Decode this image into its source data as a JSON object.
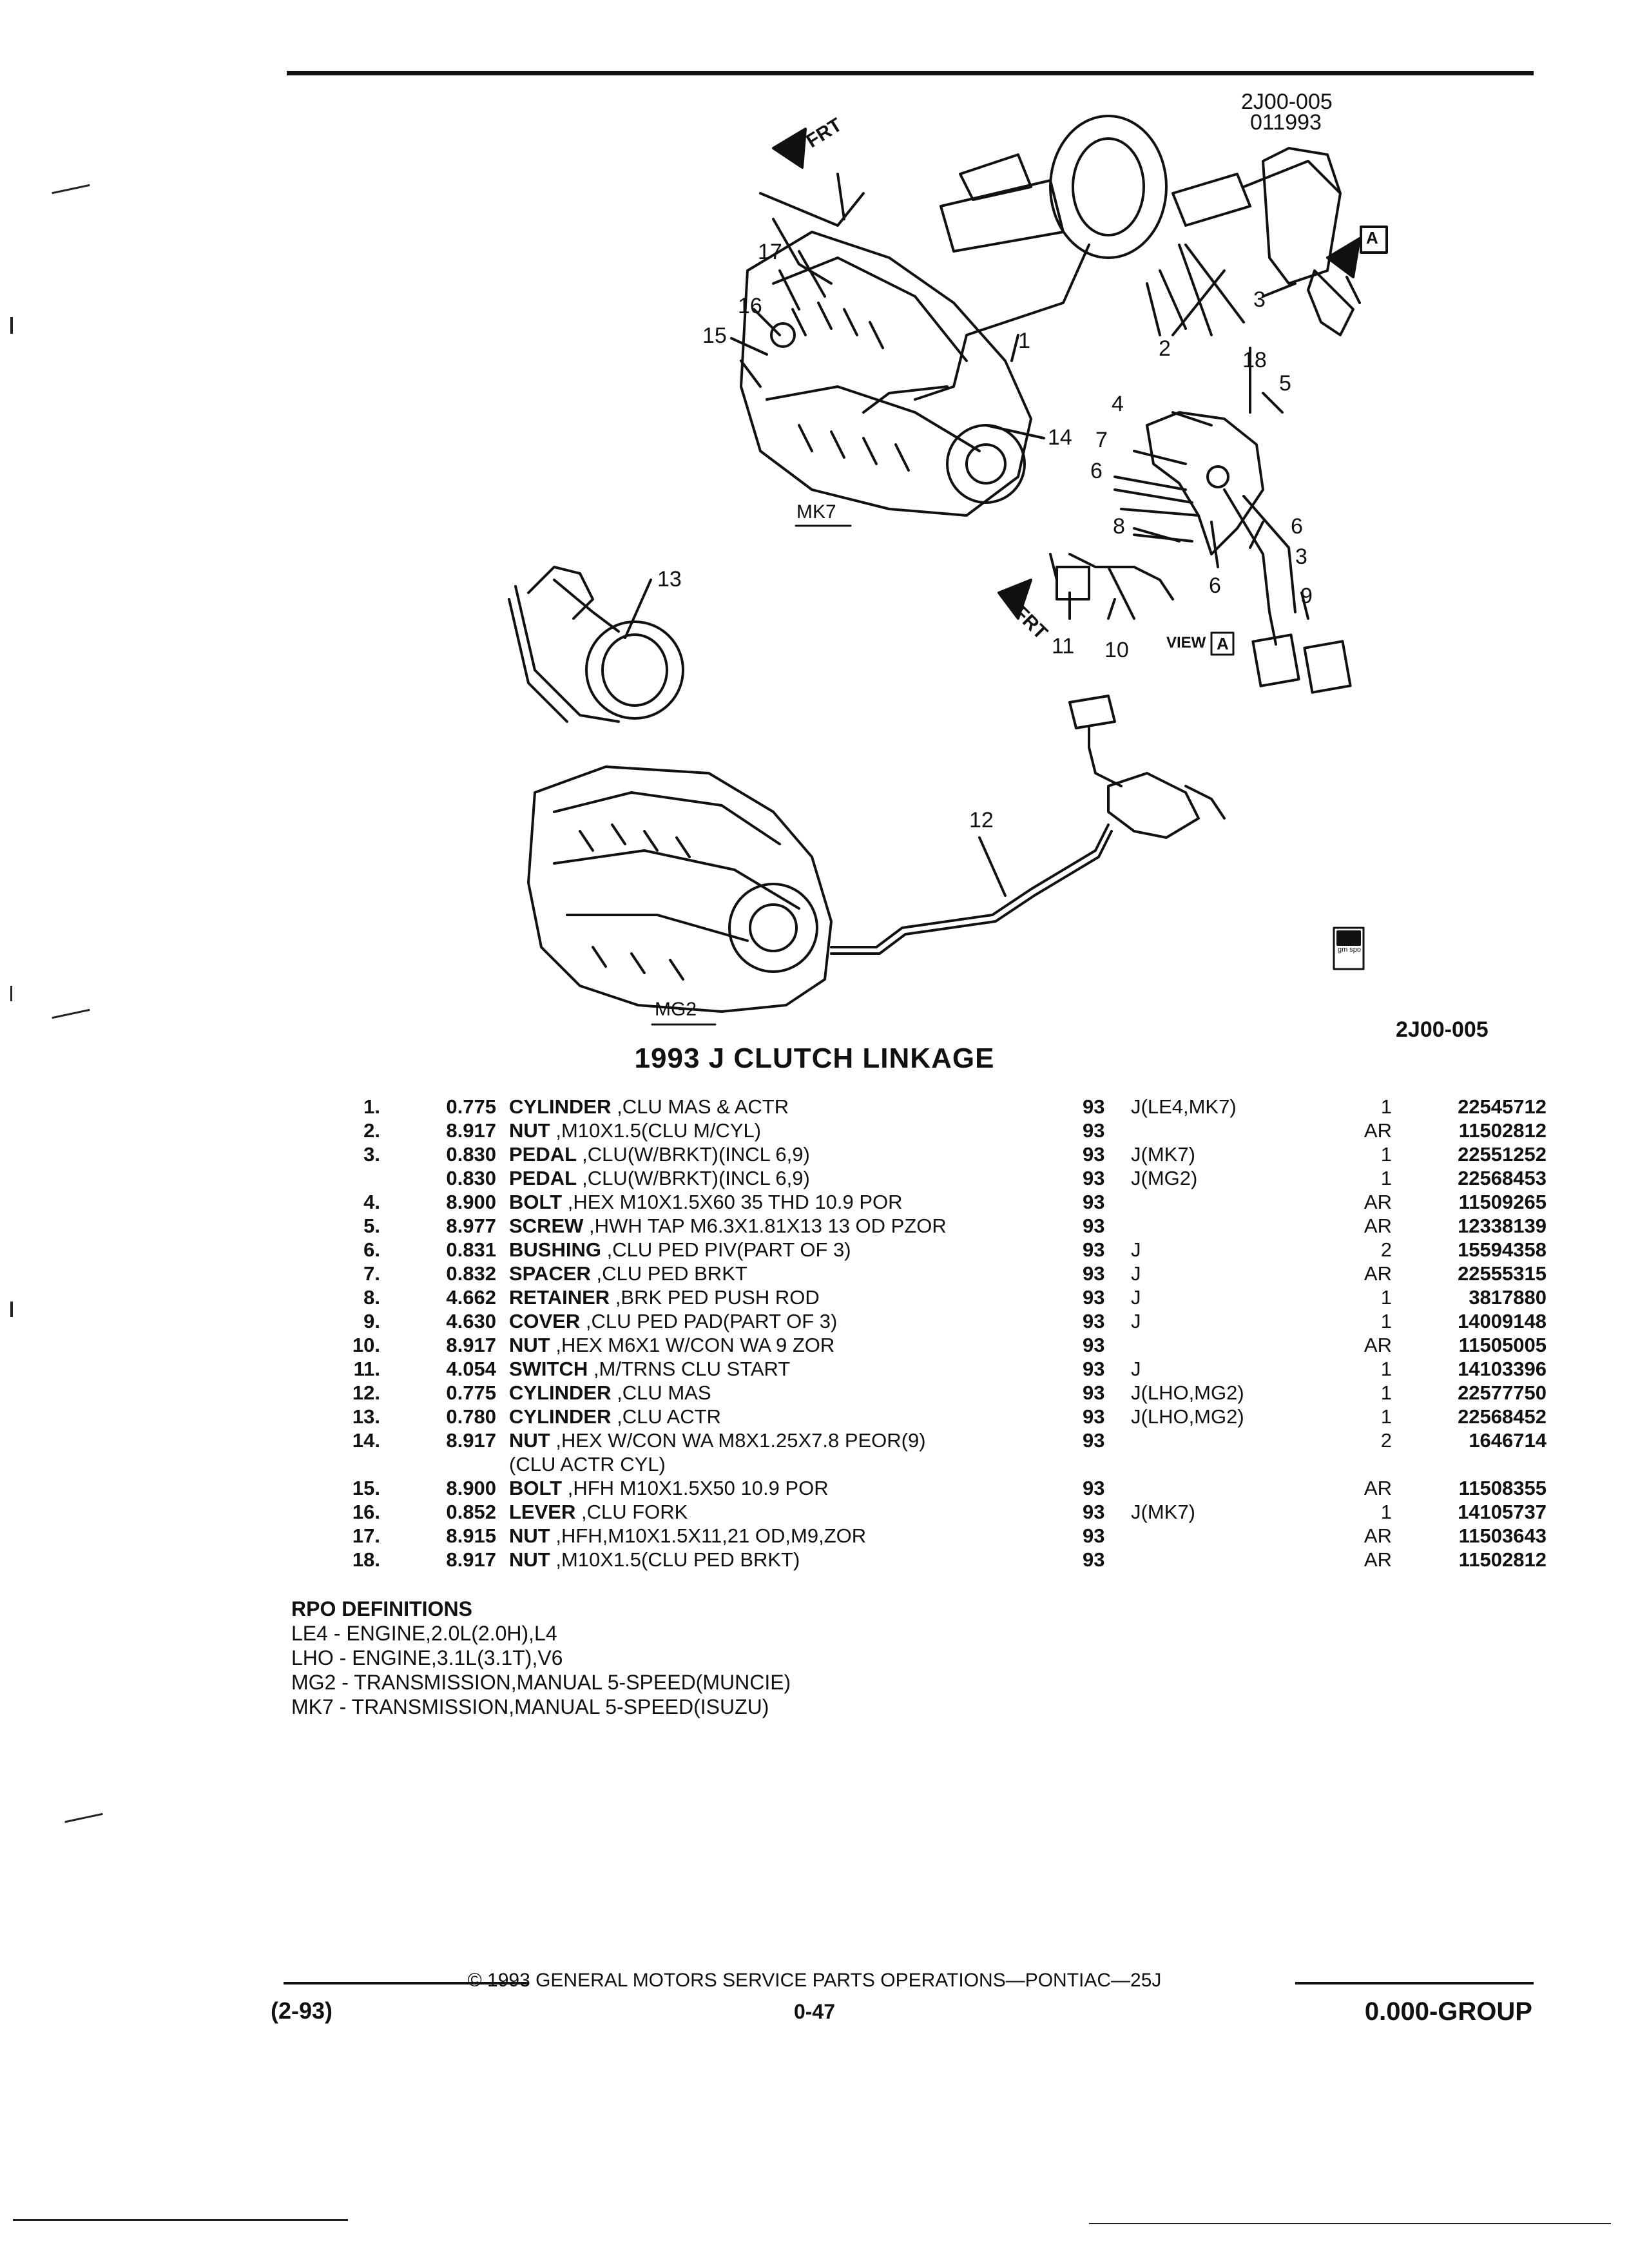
{
  "diagram": {
    "ref_top": [
      "2J00-005",
      "011993"
    ],
    "ref_bottom": "2J00-005",
    "labels": {
      "mk7": "MK7",
      "mg2": "MG2",
      "frt": "FRT",
      "view": "VIEW",
      "view_letter": "A",
      "marker_letter": "A",
      "gm_logo": "gm spo"
    },
    "callouts": [
      "1",
      "2",
      "3",
      "3",
      "4",
      "5",
      "6",
      "6",
      "6",
      "7",
      "8",
      "9",
      "10",
      "11",
      "12",
      "13",
      "14",
      "15",
      "16",
      "17",
      "18"
    ]
  },
  "title": "1993 J CLUTCH LINKAGE",
  "parts": [
    {
      "item": "1.",
      "group": "0.775",
      "name": "CYLINDER",
      "detail": ",CLU MAS & ACTR",
      "year": "93",
      "series": "J(LE4,MK7)",
      "qty": "1",
      "part": "22545712"
    },
    {
      "item": "2.",
      "group": "8.917",
      "name": "NUT",
      "detail": ",M10X1.5(CLU M/CYL)",
      "year": "93",
      "series": "",
      "qty": "AR",
      "part": "11502812"
    },
    {
      "item": "3.",
      "group": "0.830",
      "name": "PEDAL",
      "detail": ",CLU(W/BRKT)(INCL 6,9)",
      "year": "93",
      "series": "J(MK7)",
      "qty": "1",
      "part": "22551252"
    },
    {
      "item": "",
      "group": "0.830",
      "name": "PEDAL",
      "detail": ",CLU(W/BRKT)(INCL 6,9)",
      "year": "93",
      "series": "J(MG2)",
      "qty": "1",
      "part": "22568453"
    },
    {
      "item": "4.",
      "group": "8.900",
      "name": "BOLT",
      "detail": ",HEX M10X1.5X60 35 THD 10.9 POR",
      "year": "93",
      "series": "",
      "qty": "AR",
      "part": "11509265"
    },
    {
      "item": "5.",
      "group": "8.977",
      "name": "SCREW",
      "detail": ",HWH TAP M6.3X1.81X13 13 OD PZOR",
      "year": "93",
      "series": "",
      "qty": "AR",
      "part": "12338139"
    },
    {
      "item": "6.",
      "group": "0.831",
      "name": "BUSHING",
      "detail": ",CLU PED PIV(PART OF 3)",
      "year": "93",
      "series": "J",
      "qty": "2",
      "part": "15594358"
    },
    {
      "item": "7.",
      "group": "0.832",
      "name": "SPACER",
      "detail": ",CLU PED BRKT",
      "year": "93",
      "series": "J",
      "qty": "AR",
      "part": "22555315"
    },
    {
      "item": "8.",
      "group": "4.662",
      "name": "RETAINER",
      "detail": ",BRK PED PUSH ROD",
      "year": "93",
      "series": "J",
      "qty": "1",
      "part": "3817880"
    },
    {
      "item": "9.",
      "group": "4.630",
      "name": "COVER",
      "detail": ",CLU PED PAD(PART OF 3)",
      "year": "93",
      "series": "J",
      "qty": "1",
      "part": "14009148"
    },
    {
      "item": "10.",
      "group": "8.917",
      "name": "NUT",
      "detail": ",HEX M6X1 W/CON WA 9 ZOR",
      "year": "93",
      "series": "",
      "qty": "AR",
      "part": "11505005"
    },
    {
      "item": "11.",
      "group": "4.054",
      "name": "SWITCH",
      "detail": ",M/TRNS CLU START",
      "year": "93",
      "series": "J",
      "qty": "1",
      "part": "14103396"
    },
    {
      "item": "12.",
      "group": "0.775",
      "name": "CYLINDER",
      "detail": ",CLU MAS",
      "year": "93",
      "series": "J(LHO,MG2)",
      "qty": "1",
      "part": "22577750"
    },
    {
      "item": "13.",
      "group": "0.780",
      "name": "CYLINDER",
      "detail": ",CLU ACTR",
      "year": "93",
      "series": "J(LHO,MG2)",
      "qty": "1",
      "part": "22568452"
    },
    {
      "item": "14.",
      "group": "8.917",
      "name": "NUT",
      "detail": ",HEX W/CON WA M8X1.25X7.8 PEOR(9)",
      "year": "93",
      "series": "",
      "qty": "2",
      "part": "1646714"
    },
    {
      "item": "",
      "group": "",
      "name": "",
      "detail": "(CLU ACTR CYL)",
      "year": "",
      "series": "",
      "qty": "",
      "part": ""
    },
    {
      "item": "15.",
      "group": "8.900",
      "name": "BOLT",
      "detail": ",HFH M10X1.5X50 10.9 POR",
      "year": "93",
      "series": "",
      "qty": "AR",
      "part": "11508355"
    },
    {
      "item": "16.",
      "group": "0.852",
      "name": "LEVER",
      "detail": ",CLU FORK",
      "year": "93",
      "series": "J(MK7)",
      "qty": "1",
      "part": "14105737"
    },
    {
      "item": "17.",
      "group": "8.915",
      "name": "NUT",
      "detail": ",HFH,M10X1.5X11,21 OD,M9,ZOR",
      "year": "93",
      "series": "",
      "qty": "AR",
      "part": "11503643"
    },
    {
      "item": "18.",
      "group": "8.917",
      "name": "NUT",
      "detail": ",M10X1.5(CLU PED BRKT)",
      "year": "93",
      "series": "",
      "qty": "AR",
      "part": "11502812"
    }
  ],
  "rpo": {
    "heading": "RPO DEFINITIONS",
    "lines": [
      "LE4 - ENGINE,2.0L(2.0H),L4",
      "LHO - ENGINE,3.1L(3.1T),V6",
      "MG2 - TRANSMISSION,MANUAL 5-SPEED(MUNCIE)",
      "MK7 - TRANSMISSION,MANUAL 5-SPEED(ISUZU)"
    ]
  },
  "footer": {
    "copyright": "© 1993 GENERAL MOTORS SERVICE PARTS OPERATIONS—PONTIAC—25J",
    "date": "(2-93)",
    "page": "0-47",
    "group": "0.000-GROUP"
  }
}
